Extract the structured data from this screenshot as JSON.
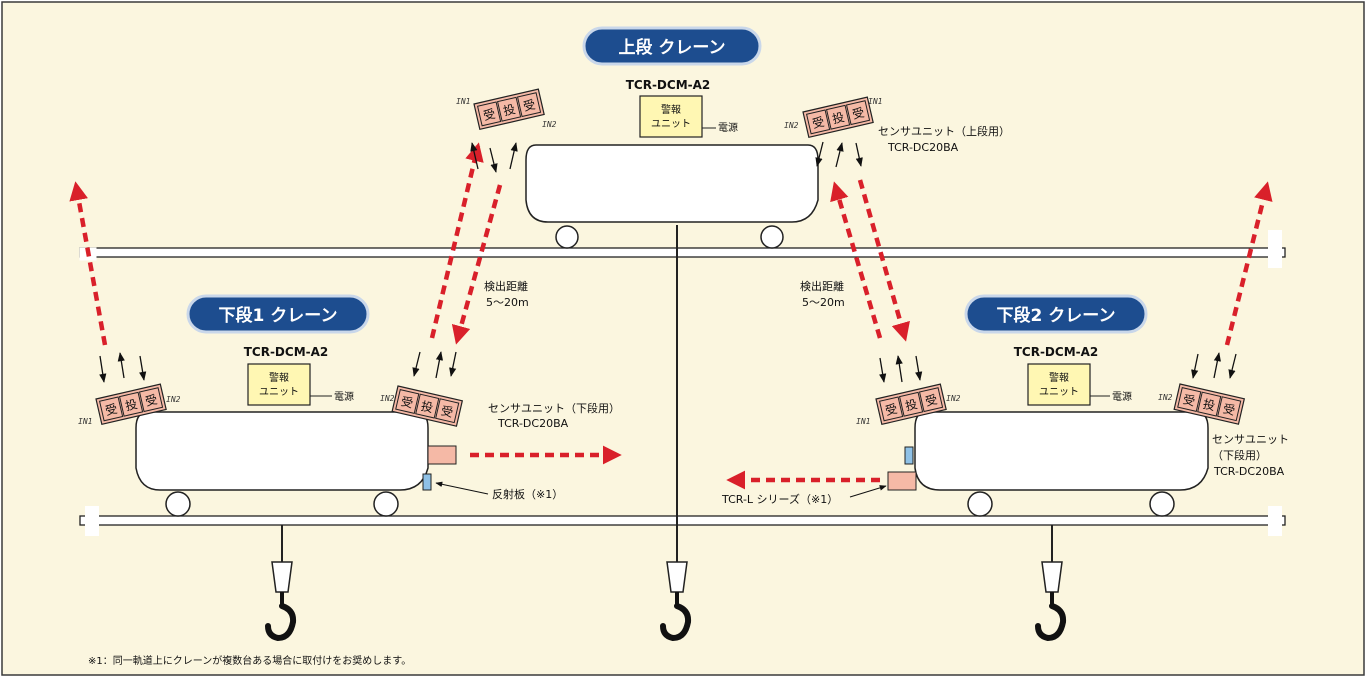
{
  "colors": {
    "background": "#fbf6df",
    "frame": "#3a3a3a",
    "pill": "#1d4d8f",
    "pill_border": "#c9d7ea",
    "sensor_fill": "#f5b9a6",
    "alarm_fill": "#fff7b3",
    "beam": "#d9202a",
    "reflector": "#8fc1e6",
    "emitter": "#f5b9a6"
  },
  "labels": {
    "upper_crane": "上段 クレーン",
    "lower1_crane": "下段1 クレーン",
    "lower2_crane": "下段2 クレーン"
  },
  "model": {
    "upper": "TCR-DCM-A2",
    "lower1": "TCR-DCM-A2",
    "lower2": "TCR-DCM-A2"
  },
  "alarm_unit": {
    "line1": "警報",
    "line2": "ユニット"
  },
  "power": "電源",
  "sensor": {
    "rx": "受",
    "tx": "投",
    "in1": "IN1",
    "in2": "IN2"
  },
  "sensor_unit_upper": {
    "line1": "センサユニット（上段用）",
    "line2": "TCR-DC20BA"
  },
  "sensor_unit_lower1": {
    "line1": "センサユニット（下段用）",
    "line2": "TCR-DC20BA"
  },
  "sensor_unit_lower2": {
    "line1": "センサユニット",
    "line2": "（下段用）",
    "line3": "TCR-DC20BA"
  },
  "detection_left": {
    "line1": "検出距離",
    "line2": "5〜20m"
  },
  "detection_right": {
    "line1": "検出距離",
    "line2": "5〜20m"
  },
  "reflector_label": "反射板（※1）",
  "tcrl_label": "TCR-L シリーズ（※1）",
  "footnote": "※1：同一軌道上にクレーンが複数台ある場合に取付けをお奨めします。"
}
